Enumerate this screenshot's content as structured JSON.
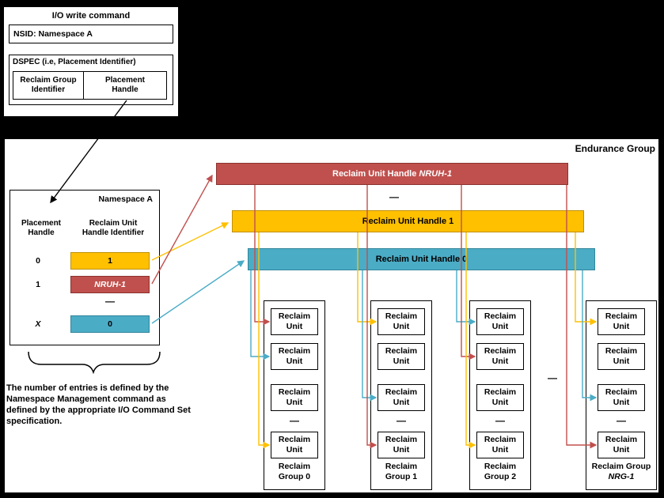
{
  "colors": {
    "red": "#C0504D",
    "yellow": "#FFC000",
    "teal": "#4BACC6"
  },
  "ellipsis": "—",
  "io_write_command": {
    "title": "I/O write command",
    "nsid": "NSID: Namespace A",
    "dspec_title": "DSPEC (i.e, Placement Identifier)",
    "reclaim_group_identifier": {
      "line1": "Reclaim Group",
      "line2": "Identifier"
    },
    "placement_handle": {
      "line1": "Placement",
      "line2": "Handle"
    }
  },
  "endurance_group_label": "Endurance Group",
  "namespace": {
    "title": "Namespace A",
    "col_placement": {
      "line1": "Placement",
      "line2": "Handle"
    },
    "col_ruh": {
      "line1": "Reclaim Unit",
      "line2": "Handle Identifier"
    },
    "rows": [
      {
        "handle": "0",
        "ruh": "1"
      },
      {
        "handle": "1",
        "ruh": "NRUH-1"
      },
      {
        "handle": "X",
        "ruh": "0"
      }
    ]
  },
  "note": "The number of entries is defined by the Namespace Management command as defined by the appropriate I/O Command Set specification.",
  "bars": [
    {
      "prefix": "Reclaim Unit Handle",
      "value": "NRUH-1"
    },
    {
      "prefix": "Reclaim Unit Handle",
      "value": "1"
    },
    {
      "prefix": "Reclaim Unit Handle",
      "value": "0"
    }
  ],
  "unit": {
    "line1": "Reclaim",
    "line2": "Unit"
  },
  "groups": [
    {
      "line1": "Reclaim",
      "line2": "Group 0"
    },
    {
      "line1": "Reclaim",
      "line2": "Group 1"
    },
    {
      "line1": "Reclaim",
      "line2": "Group 2"
    },
    {
      "line1": "Reclaim Group",
      "line2": "NRG-1"
    }
  ]
}
